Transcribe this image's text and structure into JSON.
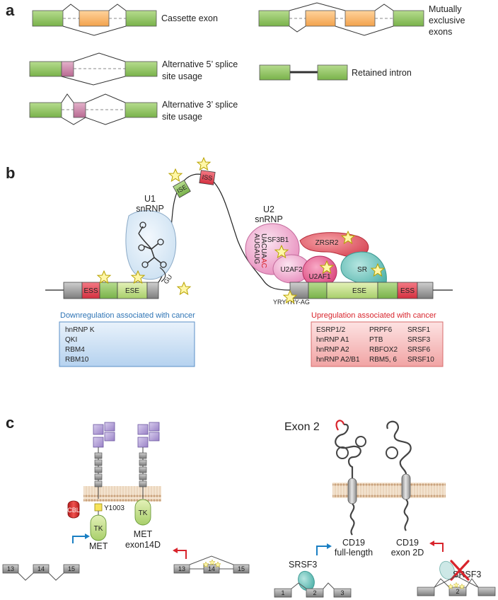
{
  "panel_a": {
    "label": "a",
    "cassette": "Cassette exon",
    "mutually": [
      "Mutually",
      "exclusive",
      "exons"
    ],
    "alt5": [
      "Alternative 5’ splice",
      "site usage"
    ],
    "alt3": [
      "Alternative 3’ splice",
      "site usage"
    ],
    "retained": "Retained intron"
  },
  "panel_b": {
    "label": "b",
    "u1": [
      "U1",
      "snRNP"
    ],
    "u2": [
      "U2",
      "snRNP"
    ],
    "ise": "ISE",
    "iss": "ISS",
    "sf3b1": "SF3B1",
    "zrsr2": "ZRSR2",
    "u2af2": "U2AF2",
    "u2af1": "U2AF1",
    "sr": "SR",
    "aug": "AUGAUG",
    "uacu": "UACUA",
    "ac": "AC",
    "gu": "GU",
    "yry": "YRYYRY-AG",
    "ess": "ESS",
    "ese": "ESE",
    "down_title": "Downregulation associated with cancer",
    "down_items": [
      "hnRNP K",
      "QKI",
      "RBM4",
      "RBM10"
    ],
    "up_title": "Upregulation associated with cancer",
    "up_col1": [
      "ESRP1/2",
      "hnRNP A1",
      "hnRNP A2",
      "hnRNP A2/B1"
    ],
    "up_col2": [
      "PRPF6",
      "PTB",
      "RBFOX2",
      "RBM5, 6"
    ],
    "up_col3": [
      "SRSF1",
      "SRSF3",
      "SRSF6",
      "SRSF10"
    ]
  },
  "panel_c": {
    "label": "c",
    "cbl": "CBL",
    "y1003": "Y1003",
    "tk": "TK",
    "met": "MET",
    "met14d": [
      "MET",
      "exon14D"
    ],
    "exons_left": [
      "13",
      "14",
      "15"
    ],
    "exon2_label": "Exon 2",
    "cd19_full": [
      "CD19",
      "full-length"
    ],
    "cd19_2d": [
      "CD19",
      "exon 2D"
    ],
    "srsf3": "SRSF3",
    "exons_right": [
      "1",
      "2",
      "3"
    ],
    "exon_2": "2"
  },
  "colors": {
    "green": "#8cc063",
    "orange": "#f6b26b",
    "pink": "#c9799e",
    "red": "#e2404f",
    "blue_arrow": "#1a7fc3",
    "red_arrow": "#d8242c",
    "purple": "#b7a3d6",
    "teal": "#6fc3bc"
  }
}
